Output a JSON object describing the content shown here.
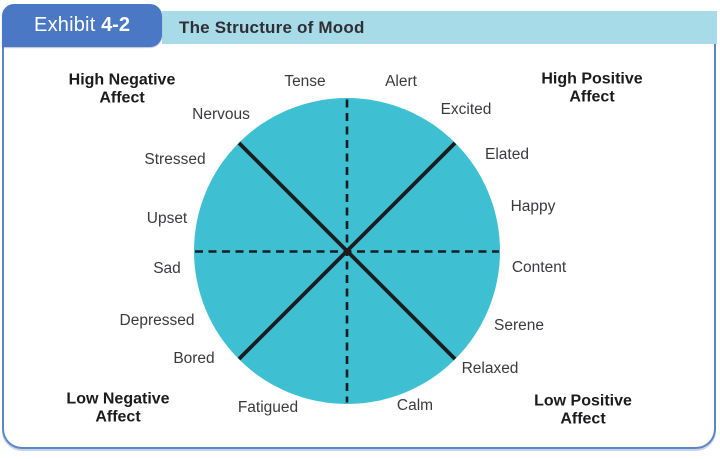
{
  "header": {
    "exhibit_word": "Exhibit",
    "exhibit_number": "4-2",
    "title": "The Structure of Mood"
  },
  "colors": {
    "exhibit_tab_bg": "#4a78c4",
    "title_bar_bg": "#a8dbe8",
    "frame_border": "#5b87c5",
    "circle_fill": "#3ec0d2",
    "line_color": "#1c1c1e"
  },
  "quadrants": {
    "high_negative": {
      "line1": "High Negative",
      "line2": "Affect"
    },
    "high_positive": {
      "line1": "High Positive",
      "line2": "Affect"
    },
    "low_negative": {
      "line1": "Low Negative",
      "line2": "Affect"
    },
    "low_positive": {
      "line1": "Low Positive",
      "line2": "Affect"
    }
  },
  "moods": {
    "tense": "Tense",
    "alert": "Alert",
    "nervous": "Nervous",
    "excited": "Excited",
    "stressed": "Stressed",
    "elated": "Elated",
    "upset": "Upset",
    "happy": "Happy",
    "sad": "Sad",
    "content": "Content",
    "depressed": "Depressed",
    "serene": "Serene",
    "bored": "Bored",
    "relaxed": "Relaxed",
    "fatigued": "Fatigued",
    "calm": "Calm"
  }
}
